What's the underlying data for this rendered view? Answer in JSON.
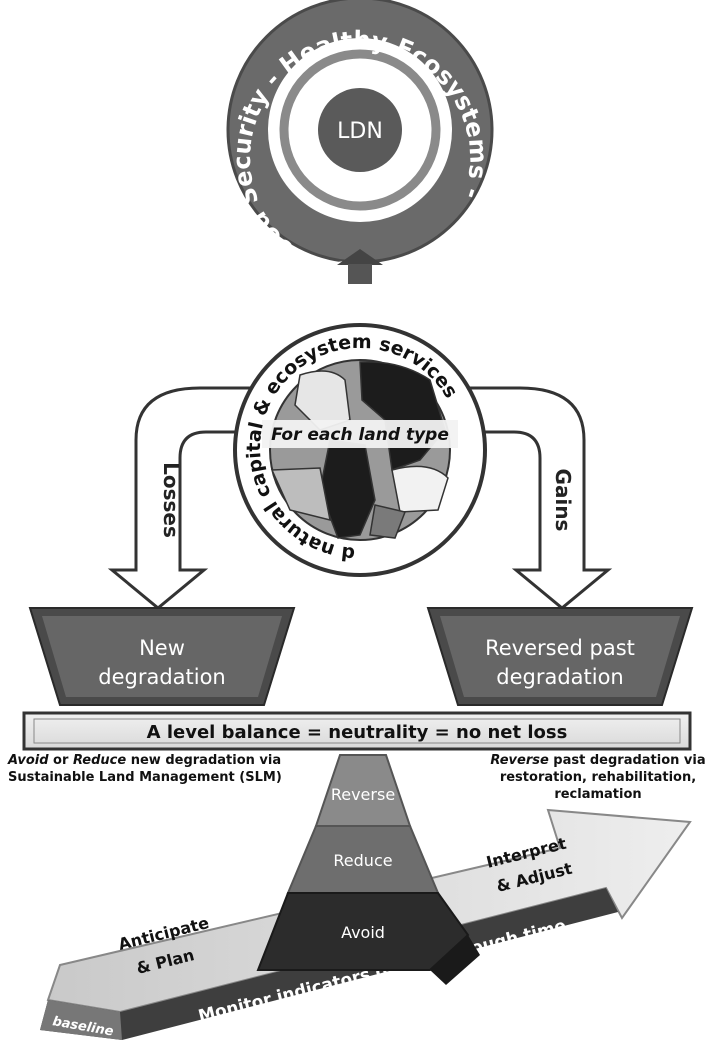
{
  "diagram": {
    "center_label": "LDN",
    "outer_ring_text": "Human Wellbeing - Food Security - Healthy Ecosystems -",
    "globe_ring_text": "Land-based natural capital & ecosystem services",
    "globe_band_label": "For each land type",
    "losses_label": "Losses",
    "gains_label": "Gains",
    "left_bucket_label": [
      "New",
      "degradation"
    ],
    "right_bucket_label": [
      "Reversed past",
      "degradation"
    ],
    "balance_bar_label": "A level balance = neutrality = no net loss",
    "left_note": {
      "verb1": "Avoid",
      "conj": " or ",
      "verb2": "Reduce",
      "rest": " new degradation via",
      "line2": "Sustainable Land Management (SLM)"
    },
    "right_note": {
      "verb": "Reverse",
      "rest": " past degradation via",
      "line2": "restoration, rehabilitation, reclamation"
    },
    "pyramid_levels": [
      "Reverse",
      "Reduce",
      "Avoid"
    ],
    "arrow_labels": {
      "baseline": "baseline",
      "monitor": "Monitor indicators of LDN through time",
      "anticipate": [
        "Anticipate",
        "& Plan"
      ],
      "interpret": [
        "Interpret",
        "& Adjust"
      ]
    }
  }
}
